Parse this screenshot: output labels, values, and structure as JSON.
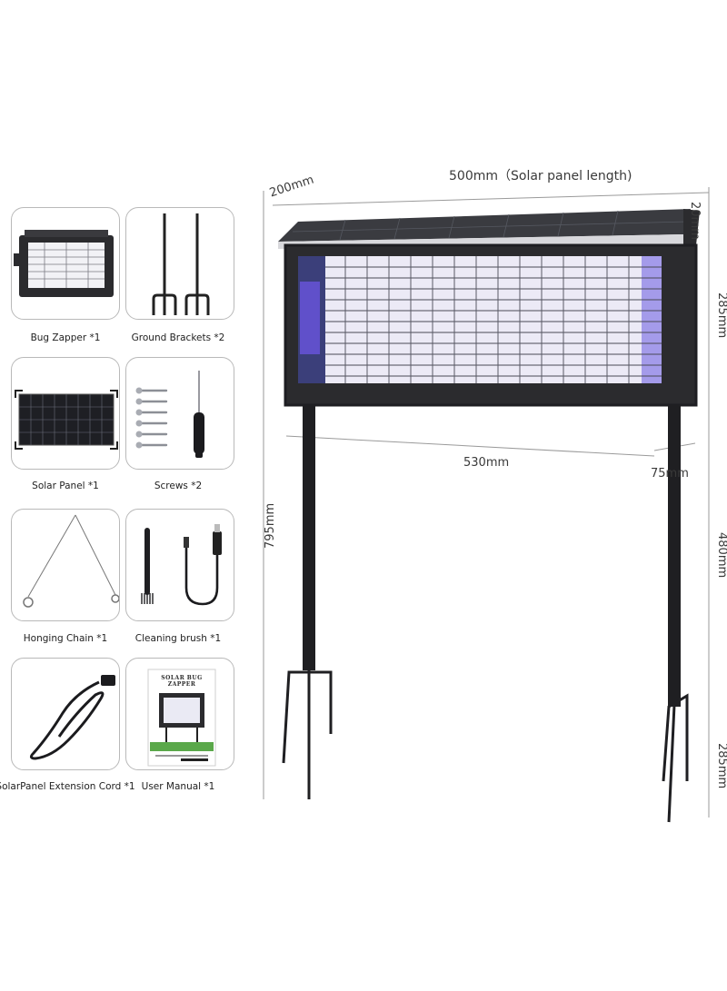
{
  "items": [
    {
      "id": "bug-zapper",
      "label": "Bug Zapper *1",
      "icon": "bug-zapper-icon"
    },
    {
      "id": "ground-brackets",
      "label": "Ground Brackets *2",
      "icon": "ground-bracket-icon"
    },
    {
      "id": "solar-panel",
      "label": "Solar Panel *1",
      "icon": "solar-panel-icon"
    },
    {
      "id": "screws",
      "label": "Screws *2",
      "icon": "screw-icon"
    },
    {
      "id": "hanging-chain",
      "label": "Honging Chain *1",
      "icon": "chain-icon"
    },
    {
      "id": "cleaning-brush",
      "label": "Cleaning brush *1",
      "icon": "brush-icon"
    },
    {
      "id": "extension-cord",
      "label": "SolarPanel Extension Cord *1",
      "icon": "cord-icon"
    },
    {
      "id": "user-manual",
      "label": "User Manual *1",
      "icon": "manual-icon"
    }
  ],
  "manual_cover_title": "SOLAR BUG ZAPPER",
  "dimensions": {
    "top_length": "500mm（Solar panel length)",
    "depth": "200mm",
    "roof_thickness": "20mm",
    "body_height": "285mm",
    "pole_span": "530mm",
    "pole_offset": "75mm",
    "total_height": "795mm",
    "pole_height": "480mm",
    "stake_height": "285mm"
  },
  "colors": {
    "uv_glow": "#7a5cff",
    "frame": "#2b2b2e",
    "dim_line": "#9a9a9a"
  }
}
